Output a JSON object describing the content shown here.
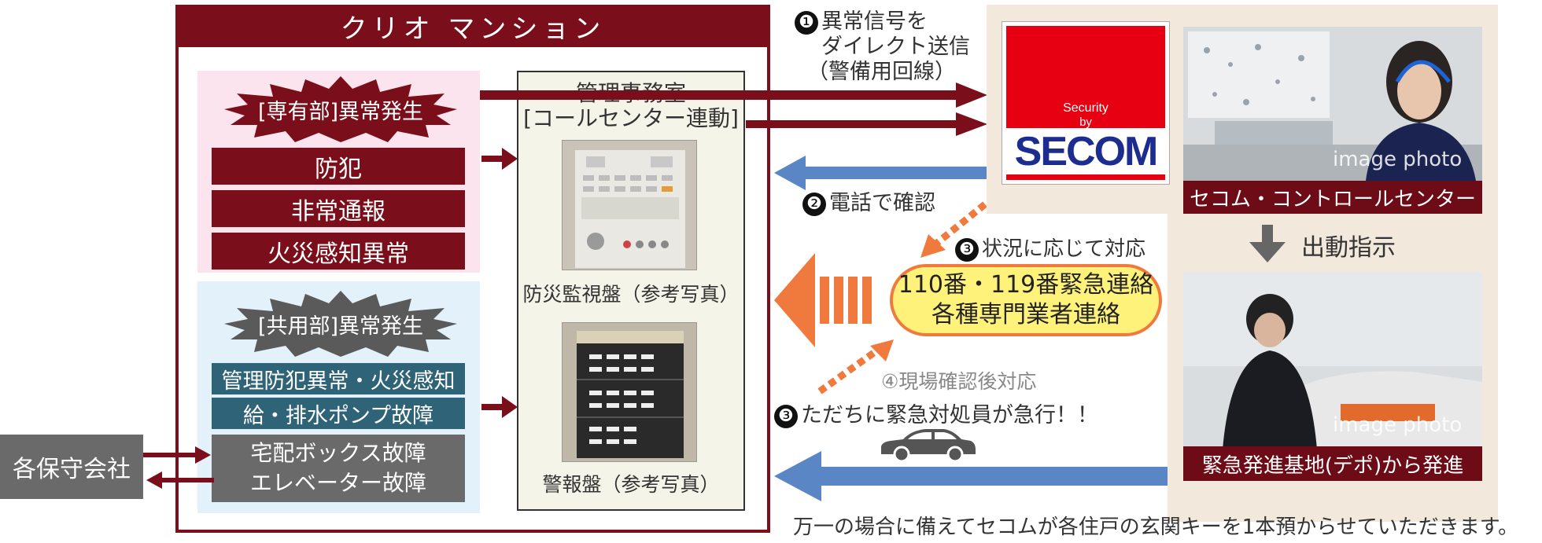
{
  "mansion": {
    "title": "クリオ マンション",
    "private": {
      "burst_label": "[専有部]異常発生",
      "items": [
        "防犯",
        "非常通報",
        "火災感知異常"
      ]
    },
    "common": {
      "burst_label": "[共用部]異常発生",
      "items": [
        "管理防犯異常・火災感知",
        "給・排水ポンプ故障"
      ],
      "gray_items": [
        "宅配ボックス故障",
        "エレベーター故障"
      ]
    },
    "office": {
      "title_line1": "管理事務室",
      "title_line2": "[コールセンター連動]",
      "photo1_caption": "防災監視盤（参考写真）",
      "photo2_caption": "警報盤（参考写真）"
    }
  },
  "maintenance_company": "各保守会社",
  "steps": {
    "step1_number": "❶",
    "step1_line1": "異常信号を",
    "step1_line2": "ダイレクト送信",
    "step1_line3": "（警備用回線）",
    "step2_number": "❷",
    "step2_label": "電話で確認",
    "step3a_number": "❸",
    "step3a_label": "状況に応じて対応",
    "step3b_number": "❸",
    "step3b_label": "ただちに緊急対処員が急行！！",
    "step4_label": "④現場確認後対応"
  },
  "emergency": {
    "line1": "110番・119番緊急連絡",
    "line2": "各種専門業者連絡"
  },
  "secom": {
    "logo_line1": "Security",
    "logo_line2": "by",
    "logo_brand": "SECOM",
    "control_center_caption": "セコム・コントロールセンター",
    "image_tag": "image photo",
    "dispatch_label": "出動指示",
    "depot_caption": "緊急発進基地(デポ)から発進",
    "image_tag2": "image photo"
  },
  "footnote": "万一の場合に備えてセコムが各住戸の玄関キーを1本預からせていただきます。",
  "colors": {
    "maroon": "#7a0e1a",
    "teal": "#2f6478",
    "gray": "#6a6a6a",
    "blue_arrow": "#5b86c6",
    "orange_arrow": "#f07a3d",
    "yellow": "#fff27a",
    "secom_red": "#e60012",
    "secom_navy": "#1d2c8f"
  }
}
